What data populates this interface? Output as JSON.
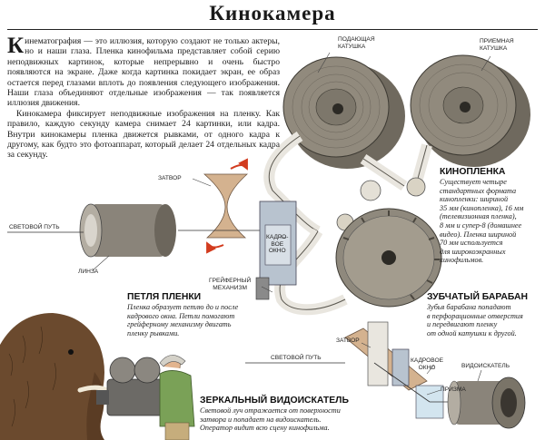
{
  "title": "Кинокамера",
  "intro": {
    "drop_cap": "К",
    "paragraph1": "инематография — это иллюзия, которую создают не только актеры, но и наши глаза. Пленка кинофильма представляет собой серию неподвижных картинок, которые непрерывно и очень быстро появляются на экране. Даже когда картинка покидает экран, ее образ остается перед глазами вплоть до появления следующего изображения. Наши глаза объединяют отдельные изображения — так появляется иллюзия движения.",
    "paragraph2": "Кинокамера фиксирует неподвижные изображения на пленку. Как правило, каждую секунду камера снимает 24 картинки, или кадра. Внутри кинокамеры пленка движется рывками, от одного кадра к другому, как будто это фотоаппарат, который делает 24 отдельных кадра за секунду."
  },
  "labels": {
    "feed_reel": [
      "Подающая",
      "катушка"
    ],
    "takeup_reel": [
      "Приемная",
      "катушка"
    ],
    "shutter": "Затвор",
    "light_path": "Световой путь",
    "lens": "Линза",
    "frame_window": [
      "Кадро-",
      "вое",
      "окно"
    ],
    "claw": [
      "Грейферный",
      "механизм"
    ],
    "shutter2": "Затвор",
    "light_path2": "Световой путь",
    "frame_window2": [
      "Кадровое",
      "окно"
    ],
    "prism": "Призма",
    "viewfinder": "Видоискатель"
  },
  "callouts": {
    "film": {
      "title": "Кинопленка",
      "text": [
        "Существует четыре",
        "стандартных формата",
        "кинопленки: шириной",
        "35 мм (кинопленка), 16 мм",
        "(телевизионная пленка),",
        "8 мм и супер-8 (домашнее",
        "видео). Пленка шириной",
        "70 мм используется",
        "для широкоэкранных",
        "кинофильмов."
      ]
    },
    "loop": {
      "title": "Петля пленки",
      "text": [
        "Пленка образует петлю до и после",
        "кадрового окна. Петли помогают",
        "грейферному механизму двигать",
        "пленку рывками."
      ]
    },
    "sprocket": {
      "title": "Зубчатый барабан",
      "text": [
        "Зубья барабана попадают",
        "в перфорационные отверстия",
        "и передвигают пленку",
        "от одной катушки к другой."
      ]
    },
    "mirror": {
      "title": "Зеркальный видоискатель",
      "text": [
        "Световой луч отражается от поверхности",
        "затвора и попадает на видоискатель.",
        "Оператор видит всю сцену кинофильма."
      ]
    }
  },
  "colors": {
    "reel": "#8c8578",
    "reel_dark": "#5f594f",
    "film": "#e9e6df",
    "shutter": "#d4b28f",
    "arrow": "#d23b1e",
    "gate": "#b8c3cf",
    "fur": "#6b4a2e"
  }
}
